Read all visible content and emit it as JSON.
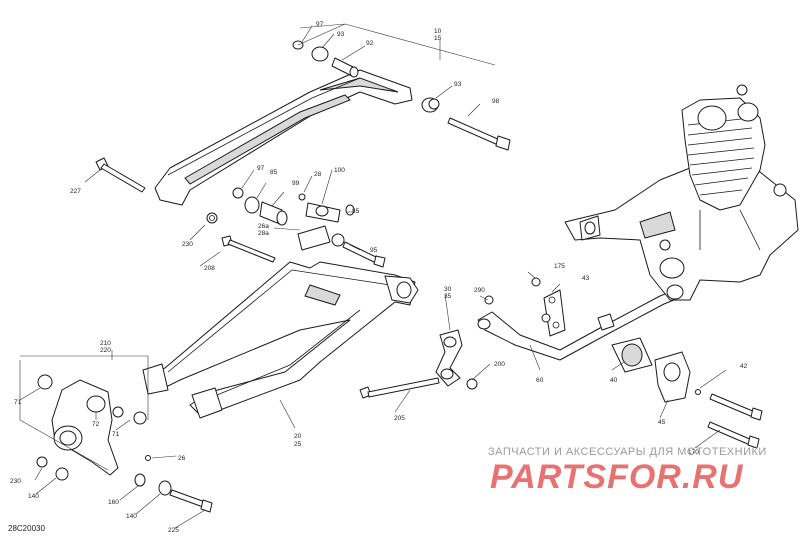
{
  "diagram_code": "28C20030",
  "watermark": {
    "tagline": "ЗАПЧАСТИ И АКСЕССУАРЫ ДЛЯ МОТОТЕХНИКИ",
    "logo": "PARTSFOR.RU"
  },
  "labels": {
    "l97": "97",
    "l93a": "93",
    "l92": "92",
    "l10": "10",
    "l15": "15",
    "l93b": "93",
    "l98": "98",
    "l227": "227",
    "l97b": "97",
    "l85": "85",
    "l99": "99",
    "l28": "28",
    "l100": "100",
    "l85b": "85",
    "l26a": "26a",
    "l28a": "28a",
    "l95": "95",
    "l230a": "230",
    "l208": "208",
    "l175": "175",
    "l43": "43",
    "l30": "30",
    "l35": "35",
    "l290": "290",
    "l210": "210",
    "l220": "220",
    "l71a": "71",
    "l72": "72",
    "l71b": "71",
    "l200": "200",
    "l60": "60",
    "l40": "40",
    "l42": "42",
    "l45": "45",
    "l170": "170",
    "l20": "20",
    "l25": "25",
    "l205": "205",
    "l26": "26",
    "l230b": "230",
    "l140a": "140",
    "l160": "160",
    "l140b": "140",
    "l225": "225"
  }
}
